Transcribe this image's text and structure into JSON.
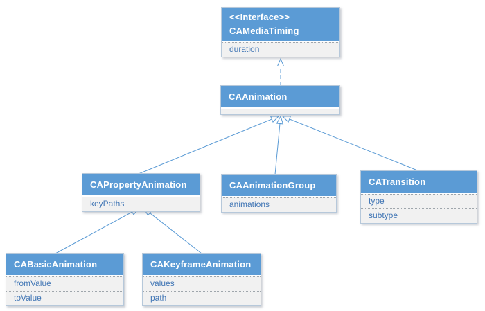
{
  "diagram": {
    "kind": "uml-class-diagram",
    "background": "#ffffff",
    "classes": [
      {
        "stereotype": "<<Interface>>",
        "name": "CAMediaTiming",
        "attributes": [
          "duration"
        ]
      },
      {
        "name": "CAAnimation",
        "attributes": []
      },
      {
        "name": "CAPropertyAnimation",
        "attributes": [
          "keyPaths"
        ]
      },
      {
        "name": "CAAnimationGroup",
        "attributes": [
          "animations"
        ]
      },
      {
        "name": "CATransition",
        "attributes": [
          "type",
          "subtype"
        ]
      },
      {
        "name": "CABasicAnimation",
        "attributes": [
          "fromValue",
          "toValue"
        ]
      },
      {
        "name": "CAKeyframeAnimation",
        "attributes": [
          "values",
          "path"
        ]
      }
    ],
    "relations": [
      {
        "from": "CAAnimation",
        "to": "CAMediaTiming",
        "type": "realization",
        "line": "dashed",
        "arrow": "hollow-triangle"
      },
      {
        "from": "CAPropertyAnimation",
        "to": "CAAnimation",
        "type": "generalization",
        "line": "solid",
        "arrow": "hollow-triangle"
      },
      {
        "from": "CAAnimationGroup",
        "to": "CAAnimation",
        "type": "generalization",
        "line": "solid",
        "arrow": "hollow-triangle"
      },
      {
        "from": "CATransition",
        "to": "CAAnimation",
        "type": "generalization",
        "line": "solid",
        "arrow": "hollow-triangle"
      },
      {
        "from": "CABasicAnimation",
        "to": "CAPropertyAnimation",
        "type": "generalization",
        "line": "solid",
        "arrow": "hollow-triangle"
      },
      {
        "from": "CAKeyframeAnimation",
        "to": "CAPropertyAnimation",
        "type": "generalization",
        "line": "solid",
        "arrow": "hollow-triangle"
      }
    ],
    "colors": {
      "header_fill": "#5b9bd5",
      "header_text": "#ffffff",
      "attribute_fill": "#f1f1f1",
      "attribute_text": "#4176b5",
      "box_border": "#b6c8da",
      "connector": "#5b9bd5"
    }
  }
}
